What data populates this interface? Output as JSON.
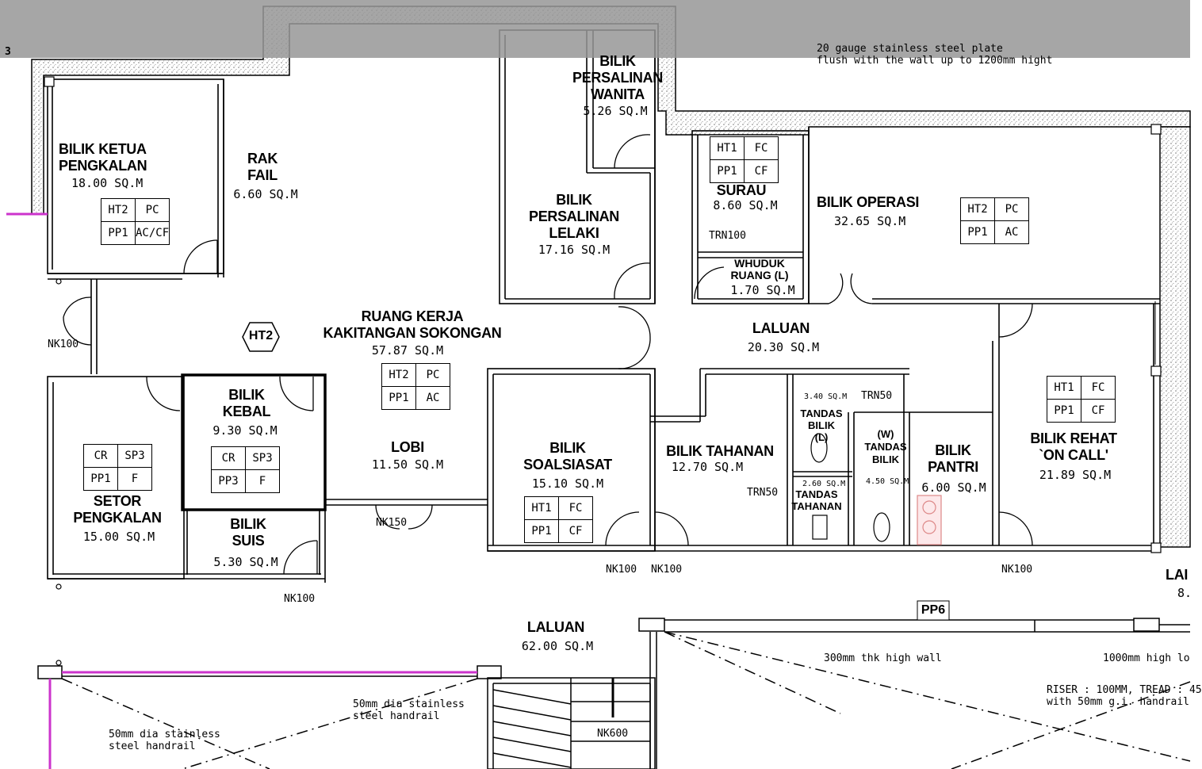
{
  "rooms": {
    "bilik_ketua": {
      "name": [
        "BILIK KETUA",
        "PENGKALAN"
      ],
      "area": "18.00 SQ.M"
    },
    "rak_fail": {
      "name": [
        "RAK",
        "FAIL"
      ],
      "area": "6.60 SQ.M"
    },
    "persalinan_wanita": {
      "name": [
        "BILIK",
        "PERSALINAN",
        "WANITA"
      ],
      "area": "5.26 SQ.M"
    },
    "persalinan_lelaki": {
      "name": [
        "BILIK",
        "PERSALINAN",
        "LELAKI"
      ],
      "area": "17.16 SQ.M"
    },
    "surau": {
      "name": [
        "SURAU"
      ],
      "area": "8.60 SQ.M"
    },
    "whuduk": {
      "name": [
        "WHUDUK",
        "RUANG (L)"
      ],
      "area": "1.70 SQ.M"
    },
    "bilik_operasi": {
      "name": [
        "BILIK OPERASI"
      ],
      "area": "32.65 SQ.M"
    },
    "ruang_kerja": {
      "name": [
        "RUANG KERJA",
        "KAKITANGAN SOKONGAN"
      ],
      "area": "57.87 SQ.M"
    },
    "laluan_upper": {
      "name": [
        "LALUAN"
      ],
      "area": "20.30 SQ.M"
    },
    "bilik_kebal": {
      "name": [
        "BILIK",
        "KEBAL"
      ],
      "area": "9.30 SQ.M"
    },
    "setor": {
      "name": [
        "SETOR",
        "PENGKALAN"
      ],
      "area": "15.00 SQ.M"
    },
    "bilik_suis": {
      "name": [
        "BILIK",
        "SUIS"
      ],
      "area": "5.30 SQ.M"
    },
    "lobi": {
      "name": [
        "LOBI"
      ],
      "area": "11.50 SQ.M"
    },
    "soalsiasat": {
      "name": [
        "BILIK",
        "SOALSIASAT"
      ],
      "area": "15.10 SQ.M"
    },
    "tahanan": {
      "name": [
        "BILIK TAHANAN"
      ],
      "area": "12.70 SQ.M"
    },
    "tandas_bilik_l": {
      "name": [
        "TANDAS",
        "BILIK",
        "(L)"
      ],
      "area": "3.40 SQ.M"
    },
    "tandas_bilik_w": {
      "name": [
        "(W)",
        "TANDAS",
        "BILIK"
      ],
      "area": "4.50 SQ.M"
    },
    "tandas_tahanan": {
      "name": [
        "TANDAS",
        "TAHANAN"
      ],
      "area": "2.60 SQ.M"
    },
    "pantri": {
      "name": [
        "BILIK",
        "PANTRI"
      ],
      "area": "6.00 SQ.M"
    },
    "rehat": {
      "name": [
        "BILIK REHAT",
        "`ON CALL'"
      ],
      "area": "21.89 SQ.M"
    },
    "laluan_lower": {
      "name": [
        "LALUAN"
      ],
      "area": "62.00 SQ.M"
    },
    "laluan_right_partial": {
      "name": [
        "LAI"
      ],
      "area": "8."
    }
  },
  "schedules": {
    "ketua": [
      "HT2",
      "PC",
      "PP1",
      "AC/CF"
    ],
    "surau": [
      "HT1",
      "FC",
      "PP1",
      "CF"
    ],
    "operasi": [
      "HT2",
      "PC",
      "PP1",
      "AC"
    ],
    "ruang_kerja": [
      "HT2",
      "PC",
      "PP1",
      "AC"
    ],
    "rehat": [
      "HT1",
      "FC",
      "PP1",
      "CF"
    ],
    "setor": [
      "CR",
      "SP3",
      "PP1",
      "F"
    ],
    "kebal": [
      "CR",
      "SP3",
      "PP3",
      "F"
    ],
    "soalsiasat": [
      "HT1",
      "FC",
      "PP1",
      "CF"
    ]
  },
  "tags": {
    "ht2_hex": "HT2",
    "pp6": "PP6",
    "nk100_left": "NK100",
    "nk100_kebal": "NK100",
    "nk150": "NK150",
    "nk100_a": "NK100",
    "nk100_b": "NK100",
    "nk100_c": "NK100",
    "nk600": "NK600",
    "trn100": "TRN100",
    "trn50_a": "TRN50",
    "trn50_b": "TRN50",
    "side_mark": "3"
  },
  "notes": {
    "steel_plate": [
      "20 gauge stainless steel plate",
      "flush with the wall up to 1200mm hight"
    ],
    "handrail_a": [
      "50mm dia stainless",
      "steel handrail"
    ],
    "handrail_b": [
      "50mm dia stainless",
      "steel handrail"
    ],
    "high_wall": "300mm thk high wall",
    "high_wall_right": "1000mm high lo",
    "riser": [
      "RISER : 100MM, TREAD : 45",
      "with 50mm g.i. handrail"
    ]
  },
  "colors": {
    "wall": "#000000",
    "hatch": "#8a8a8a",
    "accent": "#cc33cc",
    "overlay": "#969696"
  }
}
